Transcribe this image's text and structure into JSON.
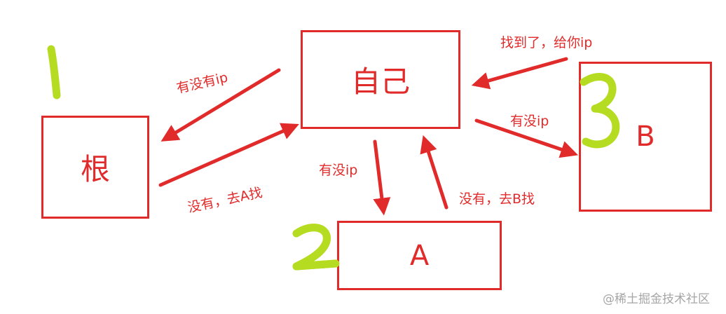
{
  "colors": {
    "line": "#e12b2b",
    "marker": "#b6dc22",
    "watermark": "#a6a6a6"
  },
  "nodes": {
    "root": "根",
    "self": "自己",
    "a": "A",
    "b": "B"
  },
  "markers": {
    "one": "1",
    "two": "2",
    "three": "3"
  },
  "edges": {
    "self_to_root": "有没有ip",
    "root_to_self": "没有，去A找",
    "self_to_a": "有没ip",
    "a_to_self": "没有，去B找",
    "self_to_b": "有没ip",
    "b_to_self": "找到了，给你ip"
  },
  "watermark": "@稀土掘金技术社区"
}
